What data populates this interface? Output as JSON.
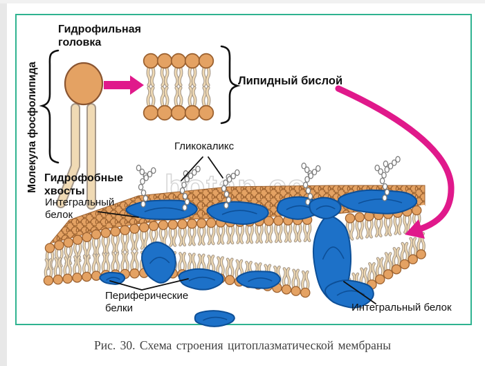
{
  "figure": {
    "caption": "Рис. 30. Схема строения цитоплазматической мембраны",
    "watermark": "botan.cc"
  },
  "labels": {
    "molecule": "Молекула фосфолипида",
    "hydrophilic_head": "Гидрофильная\nголовка",
    "hydrophobic_tails": "Гидрофобные\nхвосты",
    "lipid_bilayer": "Липидный бислой",
    "glycocalyx": "Гликокаликс",
    "integral_protein_left": "Интегральный\nбелок",
    "peripheral_proteins": "Периферические\nбелки",
    "integral_protein_right": "Интегральный белок"
  },
  "colors": {
    "frame": "#2fb390",
    "magenta": "#e0198b",
    "protein_blue": "#1d71c8",
    "protein_blue_dark": "#0d4f97",
    "head_orange": "#e4a263",
    "head_outline": "#9c6231",
    "tail_tan": "#f0dab4",
    "tail_outline": "#a5988a",
    "cobble_base": "#d0954f",
    "ink": "#101010",
    "caption_gray": "#414141",
    "watermark_gray": "#d6d6d6",
    "chain_gray": "#7d7d7d"
  }
}
